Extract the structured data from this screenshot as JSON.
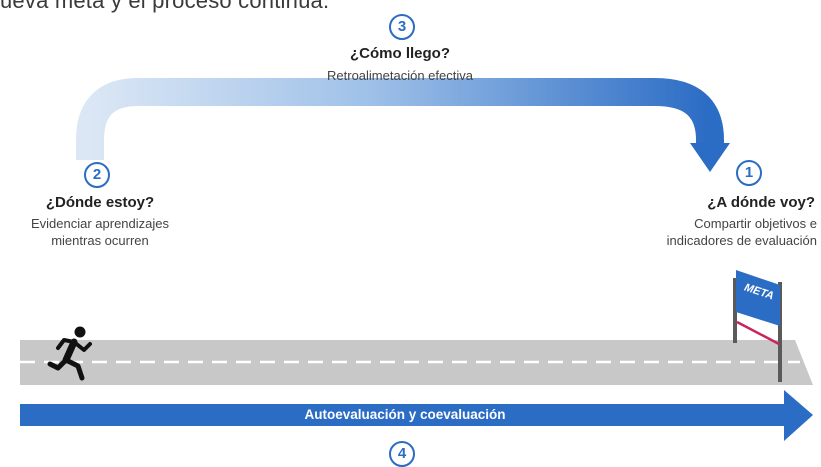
{
  "top_text": "ueva meta y el proceso continúa.",
  "steps": {
    "one": {
      "number": "1",
      "title": "¿A dónde voy?",
      "desc_line1": "Compartir objetivos e",
      "desc_line2": "indicadores de evaluación"
    },
    "two": {
      "number": "2",
      "title": "¿Dónde estoy?",
      "desc_line1": "Evidenciar aprendizajes",
      "desc_line2": "mientras ocurren"
    },
    "three": {
      "number": "3",
      "title": "¿Cómo llego?",
      "desc_line1": "Retroalimetación efectiva"
    },
    "four": {
      "number": "4",
      "bar_label": "Autoevaluación y coevaluación"
    }
  },
  "flag": {
    "label": "META"
  },
  "icons": {
    "runner": "runner-icon",
    "flag": "finish-flag-icon"
  },
  "colors": {
    "accent_blue": "#2b6cc4",
    "arrow_light": "#c9dcf1",
    "road_gray": "#c8c8c8",
    "flag_pink": "#c8245d"
  }
}
